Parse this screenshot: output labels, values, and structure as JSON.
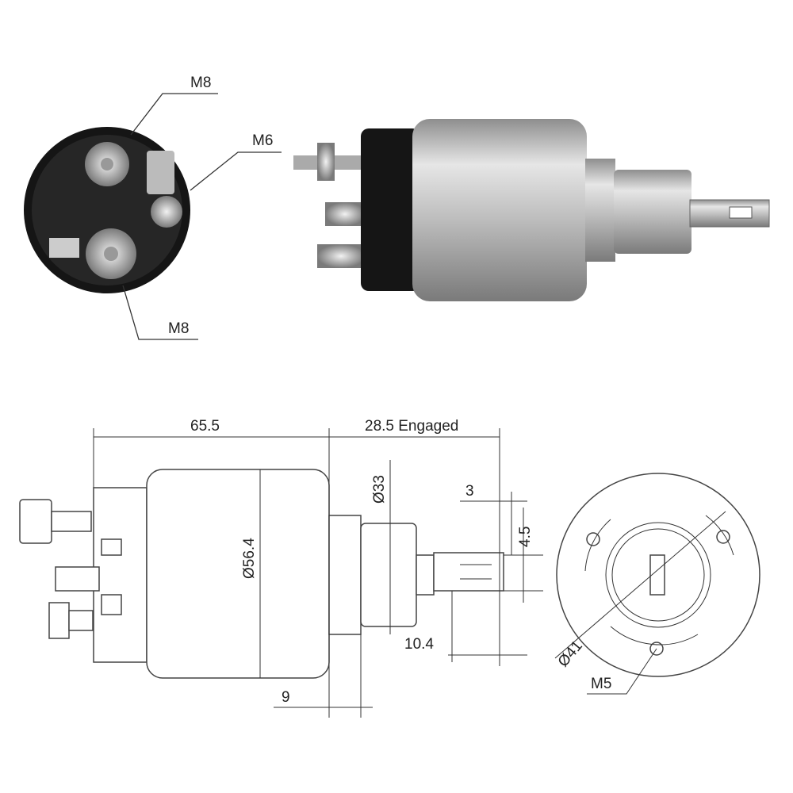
{
  "photo_labels": {
    "top_terminal": "M8",
    "middle_terminal": "M6",
    "bottom_terminal": "M8"
  },
  "dimensions": {
    "body_length": "65.5",
    "engaged_length": "28.5 Engaged",
    "neck_diameter": "Ø33",
    "body_diameter": "Ø56.4",
    "tab_offset": "3",
    "tab_hole": "4.5",
    "tab_length": "10.4",
    "neck_length": "9",
    "bolt_circle": "Ø41",
    "mount_thread": "M5"
  },
  "colors": {
    "cap": "#1a1a1a",
    "metal": "#c4c4c4",
    "line": "#333333"
  }
}
